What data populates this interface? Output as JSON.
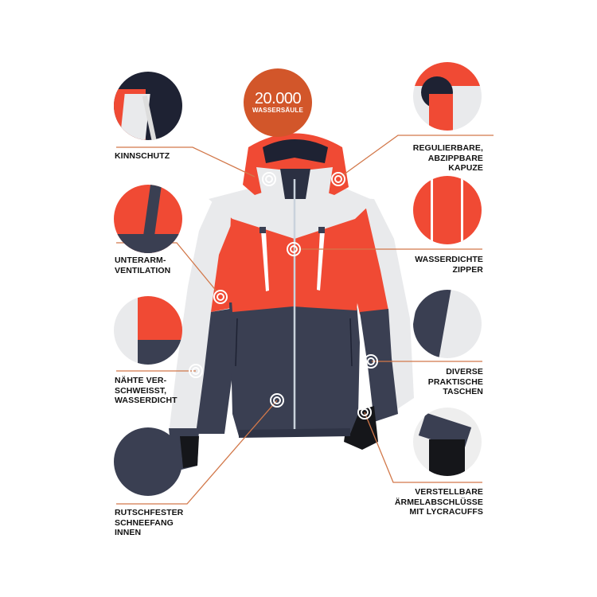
{
  "badge": {
    "number": "20.000",
    "caption": "WASSERSÄULE",
    "color": "#d2562a"
  },
  "colors": {
    "coral": "#f04a34",
    "navy": "#3a3f52",
    "white_panel": "#e9eaec",
    "line": "#d2784a",
    "black": "#15161a"
  },
  "features_left": [
    {
      "id": "kinnschutz",
      "label": "KINNSCHUTZ"
    },
    {
      "id": "unterarm",
      "label": "UNTERARM-\nVENTILATION"
    },
    {
      "id": "naehte",
      "label": "NÄHTE VER-\nSCHWEISST,\nWASSERDICHT"
    },
    {
      "id": "schneefang",
      "label": "RUTSCHFESTER\nSCHNEEFANG\nINNEN"
    }
  ],
  "features_right": [
    {
      "id": "kapuze",
      "label": "REGULIERBARE,\nABZIPPBARE\nKAPUZE"
    },
    {
      "id": "zipper",
      "label": "WASSERDICHTE\nZIPPER"
    },
    {
      "id": "taschen",
      "label": "DIVERSE\nPRAKTISCHE\nTASCHEN"
    },
    {
      "id": "cuffs",
      "label": "VERSTELLBARE\nÄRMELABSCHLÜSSE\nMIT LYCRACUFFS"
    }
  ]
}
